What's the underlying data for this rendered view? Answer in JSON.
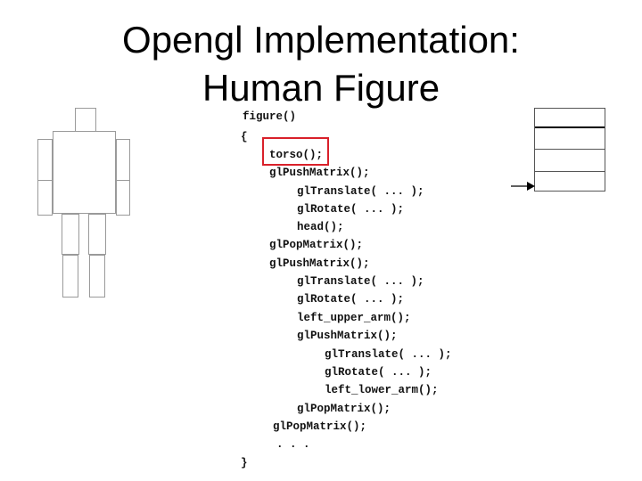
{
  "title": {
    "line1": "Opengl Implementation:",
    "line2": "Human Figure"
  },
  "code": {
    "lines": [
      "figure()",
      "{",
      "torso();",
      "glPushMatrix();",
      "glTranslate( ... );",
      "glRotate( ... );",
      "head();",
      "glPopMatrix();",
      "glPushMatrix();",
      "glTranslate( ... );",
      "glRotate( ... );",
      "left_upper_arm();",
      "glPushMatrix();",
      "glTranslate( ... );",
      "glRotate( ... );",
      "left_lower_arm();",
      "glPopMatrix();",
      "glPopMatrix();",
      ". . .",
      "}"
    ]
  },
  "colors": {
    "highlight": "#d9202a",
    "part_border": "#9a9a9a"
  },
  "icons": {
    "figure": "human-figure-icon",
    "stack": "matrix-stack-icon",
    "pointer": "arrow-right-icon"
  }
}
